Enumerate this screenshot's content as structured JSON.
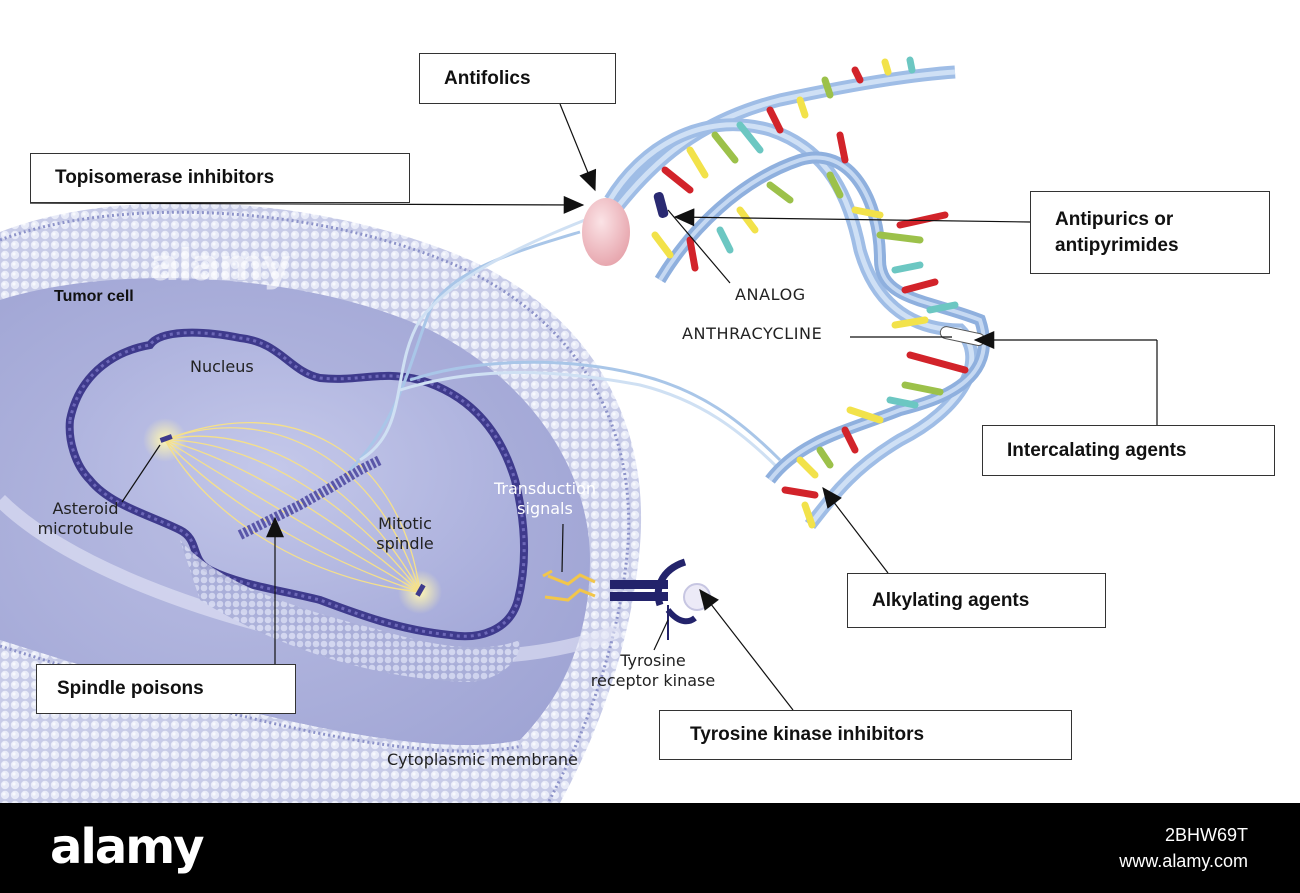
{
  "boxes": {
    "antifolics": "Antifolics",
    "topoisomerase": "Topisomerase inhibitors",
    "antipurics_line1": "Antipurics or",
    "antipurics_line2": "antipyrimides",
    "intercalating": "Intercalating agents",
    "alkylating": "Alkylating agents",
    "tyrosine_inhibitors": "Tyrosine kinase inhibitors",
    "spindle_poisons": "Spindle poisons"
  },
  "labels": {
    "tumor_cell": "Tumor cell",
    "nucleus": "Nucleus",
    "asteroid_line1": "Asteroid",
    "asteroid_line2": "microtubule",
    "mitotic_line1": "Mitotic",
    "mitotic_line2": "spindle",
    "transduction_line1": "Transduction",
    "transduction_line2": "signals",
    "tyrosine_line1": "Tyrosine",
    "tyrosine_line2": "receptor kinase",
    "cytoplasmic": "Cytoplasmic membrane",
    "analog": "ANALOG",
    "anthracycline": "ANTHRACYCLINE"
  },
  "watermark": {
    "brand": "alamy",
    "image_id": "2BHW69T",
    "site": "www.alamy.com"
  },
  "colors": {
    "cell": "#c9cde9",
    "membrane_bead": "#e6e9f7",
    "nuclear_envelope": "#3e3a8c",
    "dna_backbone": "#a9c6e8",
    "base_red": "#d2232a",
    "base_yellow": "#f2e24a",
    "base_green": "#9cc14a",
    "base_teal": "#6cc7c2",
    "receptor": "#23236b",
    "spindle": "#f5e08a"
  }
}
